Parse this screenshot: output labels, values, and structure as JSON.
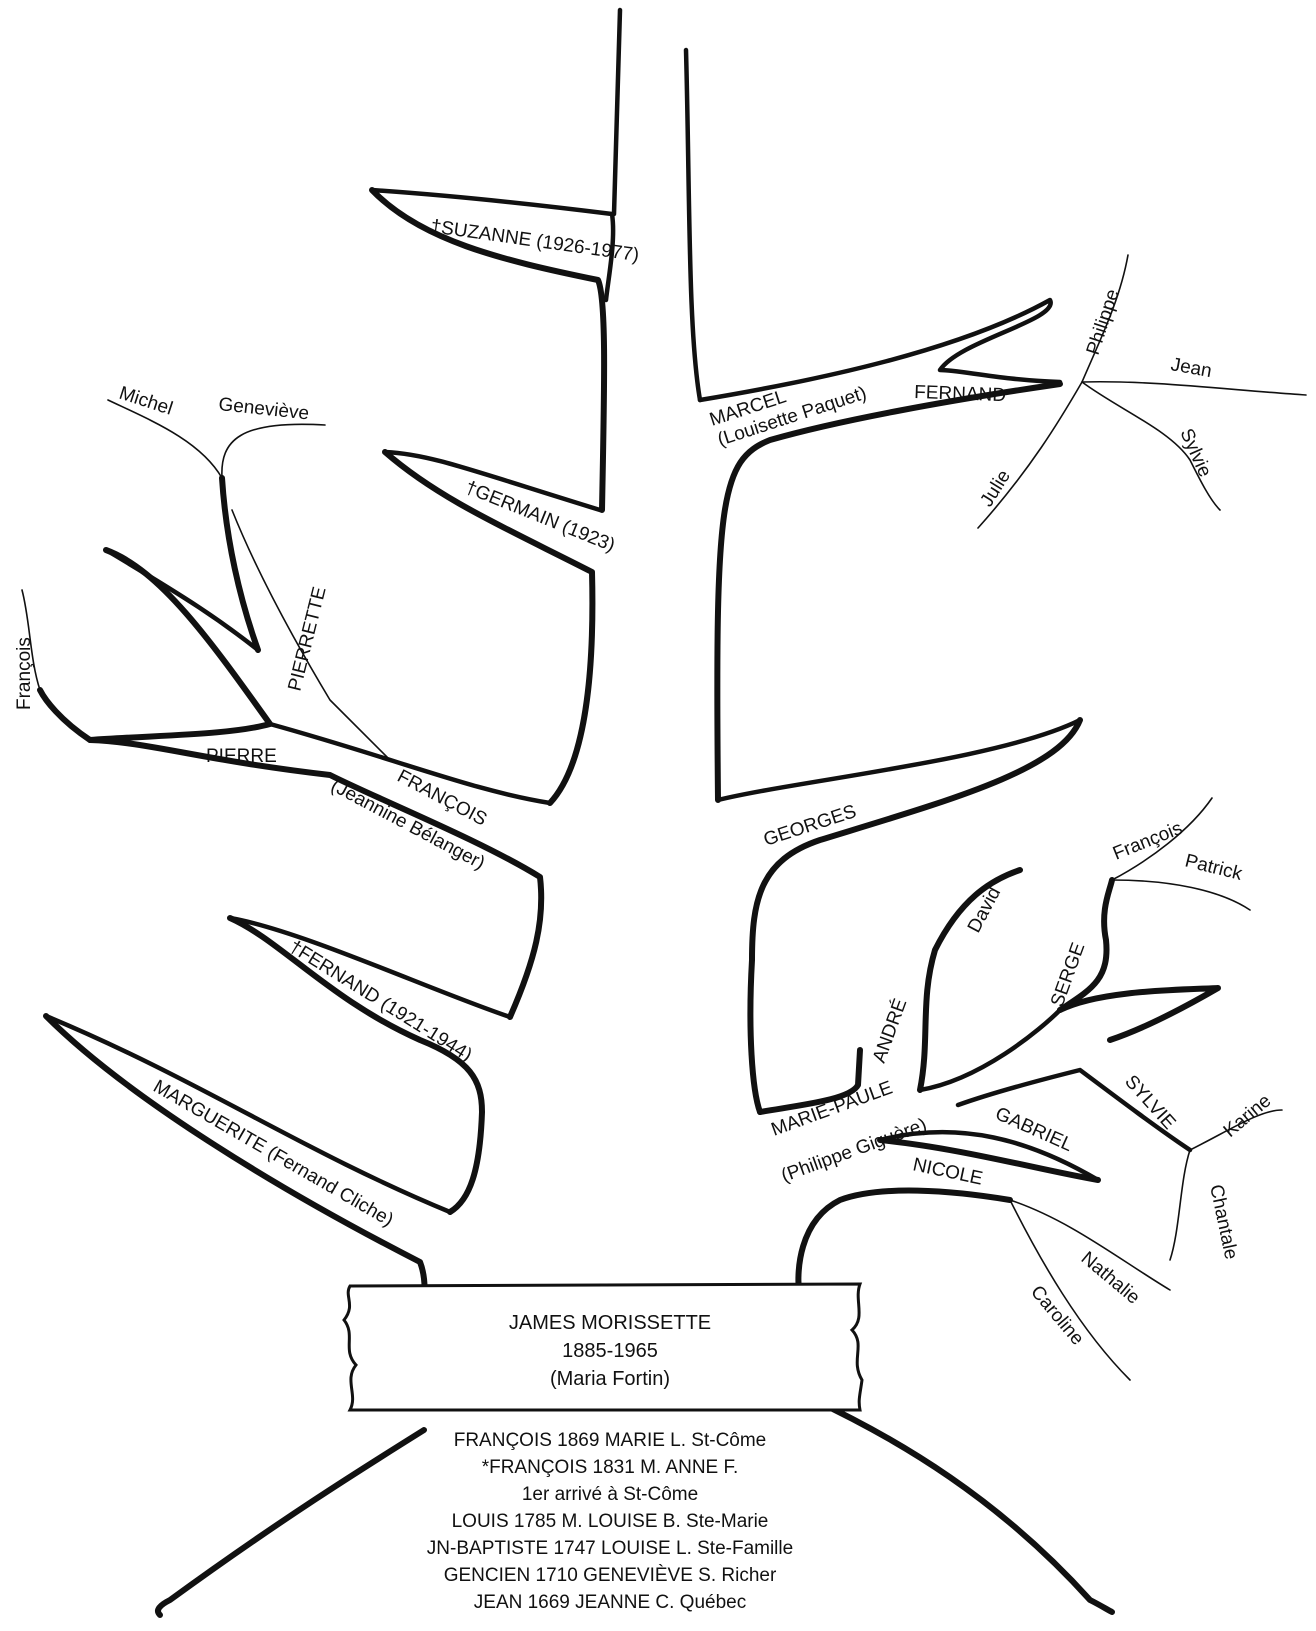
{
  "root": {
    "name": "JAMES MORISSETTE",
    "years": "1885-1965",
    "spouse": "(Maria Fortin)"
  },
  "lineage": [
    "FRANÇOIS 1869 MARIE L. St-Côme",
    "*FRANÇOIS 1831 M. ANNE F.",
    "1er arrivé à St-Côme",
    "LOUIS 1785 M. LOUISE B. Ste-Marie",
    "JN-BAPTISTE 1747 LOUISE L. Ste-Famille",
    "GENCIEN 1710 GENEVIÈVE S. Richer",
    "JEAN 1669 JEANNE C. Québec"
  ],
  "branches": {
    "suzanne": "†SUZANNE (1926-1977)",
    "germain": "†GERMAIN (1923)",
    "francois": "FRANÇOIS",
    "francois_spouse": "(Jeannine Bélanger)",
    "pierre": "PIERRE",
    "pierrette": "PIERRETTE",
    "michel": "Michel",
    "genevieve": "Geneviève",
    "francois_small": "François",
    "fernand_left": "†FERNAND (1921-1944)",
    "marguerite": "MARGUERITE (Fernand Cliche)",
    "marcel": "MARCEL",
    "marcel_spouse": "(Louisette Paquet)",
    "fernand_right": "FERNAND",
    "philippe": "Philippe",
    "jean": "Jean",
    "sylvie_small": "Sylvie",
    "julie": "Julie",
    "georges": "GEORGES",
    "marie_paule": "MARIE-PAULE",
    "marie_paule_spouse": "(Philippe Giguère)",
    "andre": "ANDRÉ",
    "david": "David",
    "serge": "SERGE",
    "francois_serge": "François",
    "patrick": "Patrick",
    "sylvie": "SYLVIE",
    "karine": "Karine",
    "chantale": "Chantale",
    "gabriel": "GABRIEL",
    "nicole": "NICOLE",
    "nathalie": "Nathalie",
    "caroline": "Caroline"
  }
}
